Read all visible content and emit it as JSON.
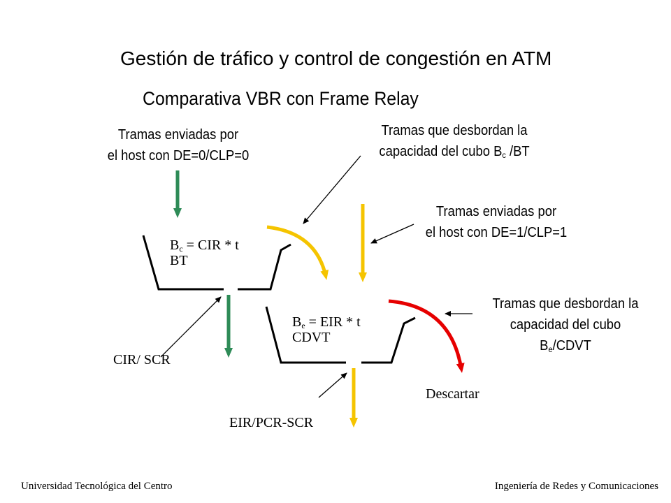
{
  "header": {
    "title": "Gestión de tráfico y control de congestión en ATM",
    "subtitle": "Comparativa VBR con Frame Relay"
  },
  "labels": {
    "host_de0": [
      "Tramas enviadas por",
      "el host con DE=0/CLP=0"
    ],
    "overflow_bc": {
      "line1": "Tramas que desbordan la",
      "line2_pre": "capacidad del cubo B",
      "line2_sub": "c",
      "line2_post": " /BT"
    },
    "host_de1": [
      "Tramas enviadas por",
      "el host con DE=1/CLP=1"
    ],
    "overflow_be": {
      "line1": "Tramas que desbordan la",
      "line2": "capacidad del cubo",
      "line3_pre": "B",
      "line3_sub": "e",
      "line3_post": "/CDVT"
    },
    "cir_scr": "CIR/ SCR",
    "eir_pcr_scr": "EIR/PCR-SCR",
    "descartar": "Descartar"
  },
  "bucket_c": {
    "var": "B",
    "sub": "c",
    "formula": " = CIR * t",
    "line2": "BT"
  },
  "bucket_e": {
    "var": "B",
    "sub": "e",
    "formula": " = EIR * t",
    "line2": "CDVT"
  },
  "footer": {
    "left": "Universidad Tecnológica del Centro",
    "right": "Ingeniería de Redes y Comunicaciones"
  },
  "colors": {
    "green": "#2e8b57",
    "yellow": "#f5c400",
    "red": "#e60000",
    "line": "#000000"
  }
}
